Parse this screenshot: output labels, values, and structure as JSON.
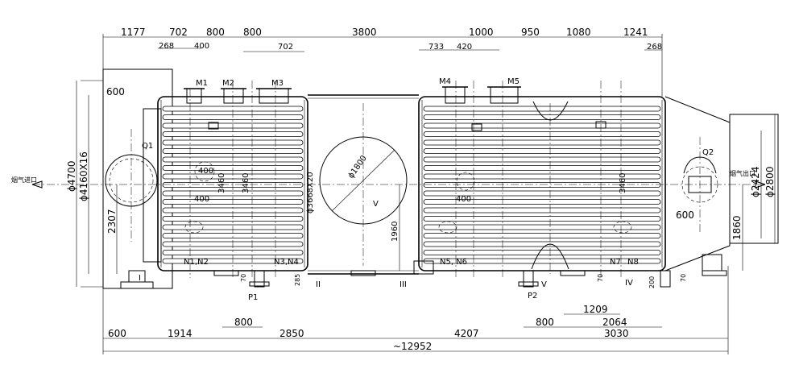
{
  "top_dims": {
    "row1": [
      "1177",
      "702",
      "800",
      "800",
      "3800",
      "1000",
      "950",
      "1080",
      "1241"
    ],
    "row2": [
      "268",
      "400",
      "702",
      "733",
      "420",
      "268"
    ]
  },
  "bottom_dims": {
    "row1": [
      "600",
      "1914",
      "2850",
      "4207",
      "3030"
    ],
    "row2": [
      "800",
      "800",
      "1209",
      "2064"
    ],
    "total": "~12952"
  },
  "left_dims": [
    "ϕ4700",
    "ϕ4160X16",
    "600",
    "2307"
  ],
  "right_dims": [
    "ϕ2424",
    "ϕ2800",
    "600",
    "1860"
  ],
  "internal_dims": [
    "400",
    "3460",
    "3460",
    "ϕ3668X20",
    "ϕ1800",
    "400",
    "1960",
    "3460",
    "400"
  ],
  "nozzles": [
    "M1",
    "M2",
    "M3",
    "M4",
    "M5",
    "N1,N2",
    "N3,N4",
    "N5, N6",
    "N7",
    "N8",
    "P1",
    "P2",
    "Q1",
    "Q2"
  ],
  "section_marks": [
    "I",
    "II",
    "III",
    "IV",
    "V",
    "V"
  ],
  "small_dims": [
    "70",
    "285",
    "70",
    "200",
    "70"
  ],
  "inlet_label": "烟气进口",
  "outlet_label": "烟气出口"
}
